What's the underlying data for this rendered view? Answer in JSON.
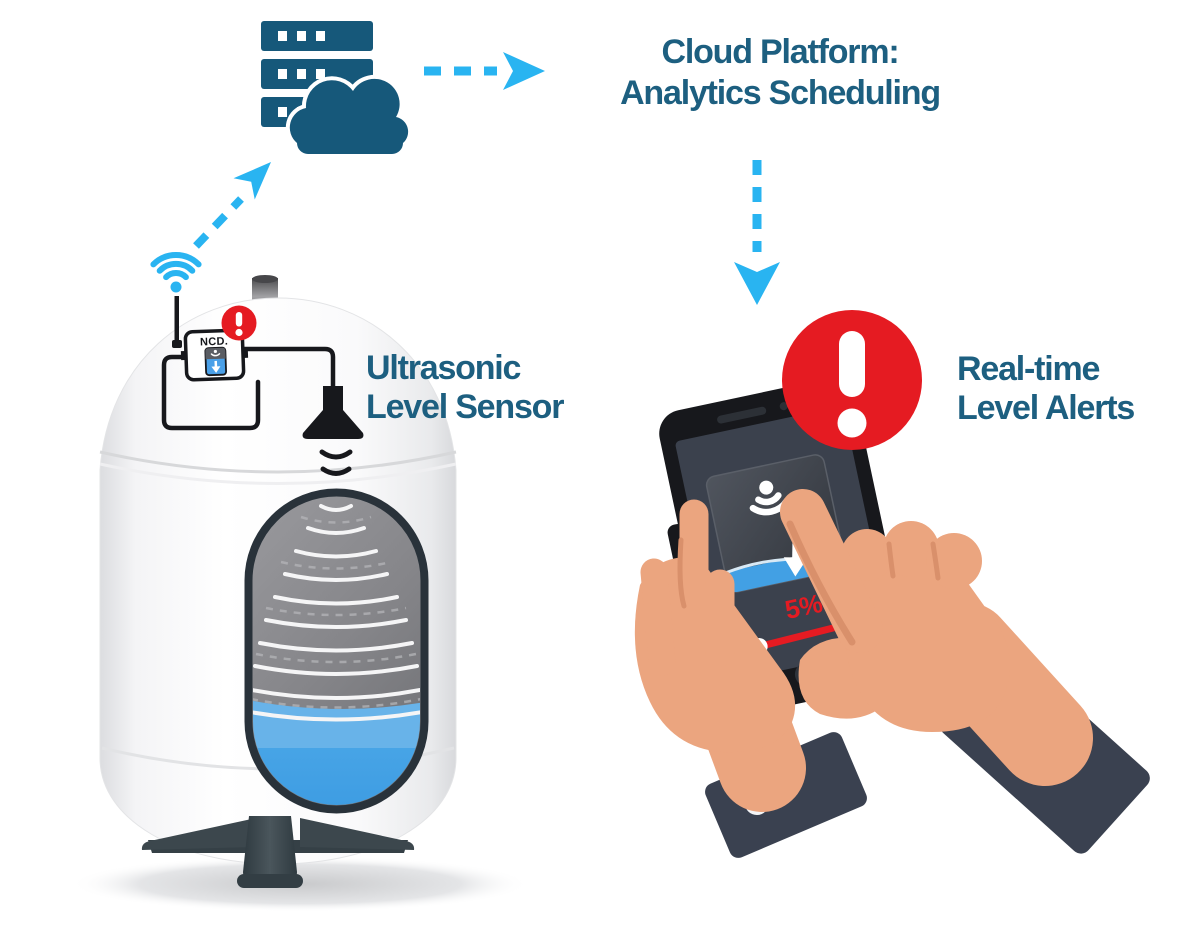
{
  "headings": {
    "cloud_line1": "Cloud Platform:",
    "cloud_line2": "Analytics Scheduling",
    "ultrasonic_line1": "Ultrasonic",
    "ultrasonic_line2": "Level Sensor",
    "alerts_line1": "Real-time",
    "alerts_line2": "Level Alerts"
  },
  "sensor": {
    "brand": "NCD."
  },
  "phone": {
    "level_percent": "5%"
  },
  "colors": {
    "heading_teal": "#1d5f80",
    "icon_teal": "#16587a",
    "arrow_cyan": "#29b4f1",
    "alert_red": "#e51b22",
    "liquid_blue": "#42a0e4",
    "liquid_blue_light": "#68b3e9",
    "skin": "#eba57f",
    "skin_shade": "#d9906b",
    "sleeve": "#3a4150",
    "phone_black": "#17181c",
    "screen_slate": "#3b414d",
    "tank_leg": "#3c474d"
  },
  "icons": {
    "server": "server-icon",
    "cloud": "cloud-icon",
    "wifi": "wifi-icon",
    "alert": "alert-exclamation-icon",
    "sonar": "sonar-wave-icon",
    "horn": "ultrasonic-horn-icon",
    "arrow_right": "dashed-arrow-right-icon",
    "arrow_up": "dashed-arrow-up-icon",
    "arrow_down": "dashed-arrow-down-icon",
    "level_arrow": "up-down-arrow-icon",
    "home_button": "home-button",
    "slider": "level-slider"
  }
}
